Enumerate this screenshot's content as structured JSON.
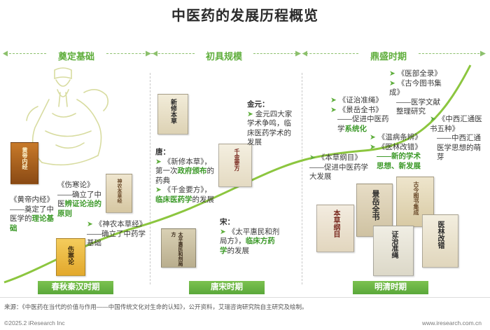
{
  "title": "中医药的发展历程概览",
  "stages": [
    {
      "label": "奠定基础"
    },
    {
      "label": "初具规模"
    },
    {
      "label": "鼎盛时期"
    }
  ],
  "periods": [
    {
      "label": "春秋秦汉时期"
    },
    {
      "label": "唐宋时期"
    },
    {
      "label": "明清时期"
    }
  ],
  "stage1": {
    "neijing": {
      "pre": "《黄帝内经》——奠定了中医学的",
      "hl": "理论基础"
    },
    "shanghan": {
      "pre": "《伤寒论》——确立了中医",
      "hl": "辨证论治的原则"
    },
    "shennong": {
      "pre": "《神农本草经》——确立了中药学基础"
    }
  },
  "stage2": {
    "tang_label": "唐：",
    "tang_xinxiu": {
      "pre": "《新修本草》，第一次",
      "hl": "政府颁布",
      "post": "的药典"
    },
    "tang_qianjin": {
      "pre": "《千金要方》，",
      "hl": "临床医药学",
      "post": "的发展"
    },
    "song_label": "宋：",
    "song_taiping": {
      "pre": "《太平惠民和剂局方》，",
      "hl": "临床方药学",
      "post": "的发展"
    },
    "jinyuan_label": "金元：",
    "jinyuan_text": "金元四大家学术争鸣，临床医药学术的发展"
  },
  "stage3": {
    "bencao": "《本草纲目》——促进中医药学大发展",
    "zhengzhi_1": "《证治准绳》",
    "zhengzhi_2": "《景岳全书》",
    "zhengzhi_pre": "——促进中医药学",
    "zhengzhi_hl": "系统化",
    "yibu_1": "《医部全录》",
    "yibu_2": "《古今图书集成》",
    "yibu_post": "——医学文献整理研究",
    "wenbing_1": "《温病条辨》",
    "wenbing_2": "《医林改错》",
    "wenbing_hl": "——新的学术思想、新发展",
    "zhongxi_1": "《中西汇通医书五种》",
    "zhongxi_post": "——中西汇通医学思想的萌芽"
  },
  "book_covers": {
    "huangdi": "黄帝内经",
    "shanghan": "伤寒论",
    "shennong": "神农本草经",
    "xinxiu": "新修本草",
    "qianjin": "千金要方",
    "taiping": "太平惠民和剂局方",
    "bencao": "本草纲目",
    "jingyue": "景岳全书",
    "zhengzhi": "证治准绳",
    "yilin": "医林改错",
    "chinese_misc": "古今图书集成"
  },
  "footer": {
    "source": "来源：《中医药在当代的价值与作用——中国传统文化对生命的认知》，公开资料，艾瑞咨询研究院自主研究及绘制。",
    "copyright": "©2025.2 iResearch Inc",
    "website": "www.iresearch.com.cn"
  },
  "colors": {
    "accent": "#5fae3c",
    "highlight": "#3d9a2a",
    "curve": "#8cc63f"
  }
}
